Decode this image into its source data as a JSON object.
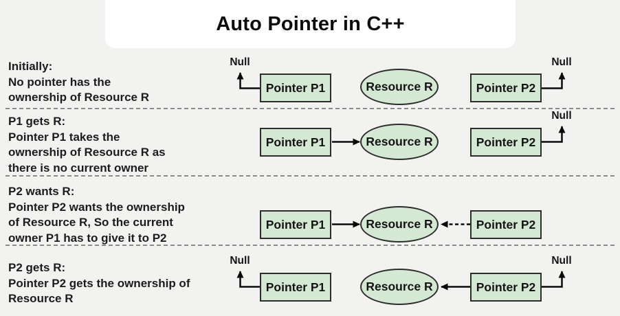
{
  "title": "Auto Pointer in C++",
  "labels": {
    "null": "Null",
    "pointer_p1": "Pointer P1",
    "pointer_p2": "Pointer P2",
    "resource_r": "Resource R"
  },
  "rows": [
    {
      "heading": "Initially:",
      "lines": [
        "No pointer has the",
        "ownership of Resource R"
      ]
    },
    {
      "heading": "P1 gets R:",
      "lines": [
        "Pointer P1 takes the",
        "ownership of Resource R as",
        "there is no current owner"
      ]
    },
    {
      "heading": "P2 wants R:",
      "lines": [
        "Pointer P2 wants the ownership",
        "of Resource R, So the current",
        "owner P1 has to give it to P2"
      ]
    },
    {
      "heading": "P2 gets R:",
      "lines": [
        "Pointer P2 gets the ownership of",
        "Resource R"
      ]
    }
  ],
  "colors": {
    "background": "#f2f2f0",
    "panel": "#ffffff",
    "node_fill": "#d5e8d4",
    "node_border": "#2d2d2d",
    "text": "#1c1c1c",
    "arrow": "#0a0a0a",
    "separator": "#8a8a8a"
  }
}
